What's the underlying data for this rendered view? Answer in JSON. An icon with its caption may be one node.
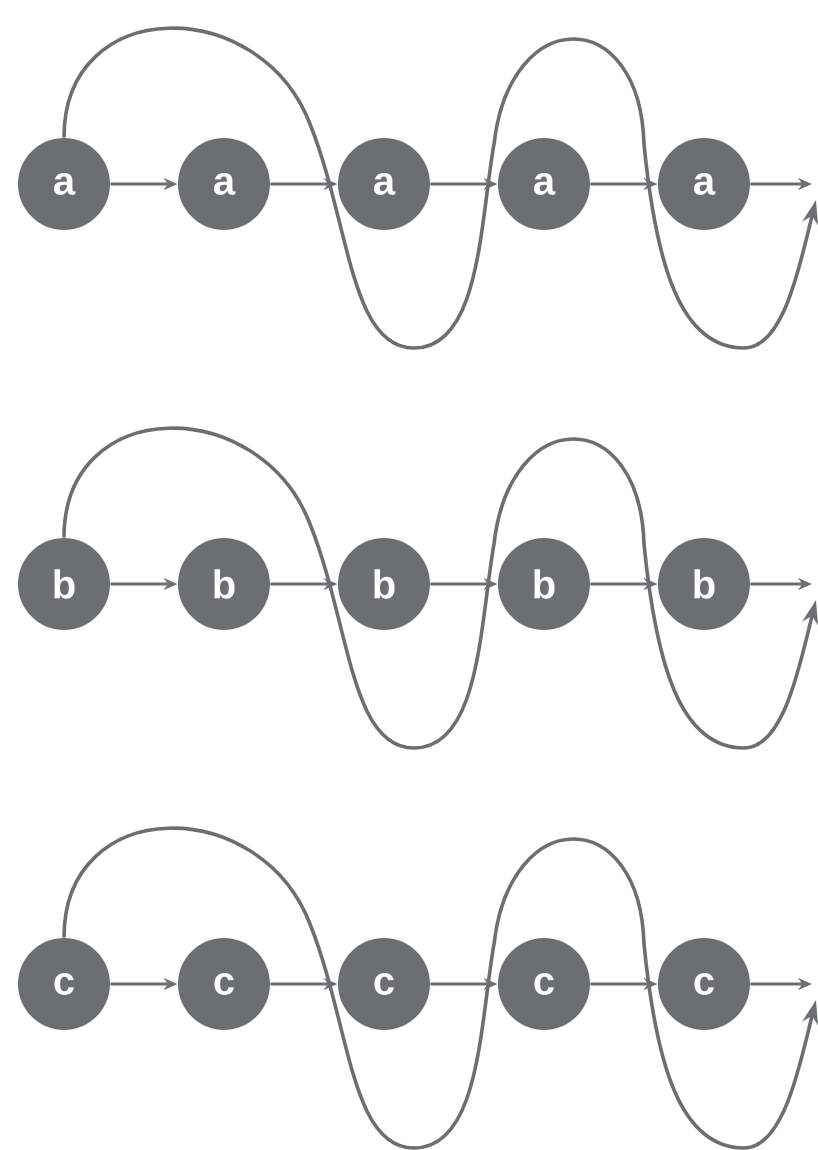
{
  "diagram": {
    "nodes": [
      {
        "text": [
          "a"
        ]
      },
      {
        "text": [
          "a"
        ]
      },
      {
        "text": [
          "a"
        ]
      },
      {
        "text": [
          "a"
        ]
      },
      {
        "text": [
          "a"
        ]
      },
      {
        "text": [
          "b"
        ]
      },
      {
        "text": [
          "b"
        ]
      },
      {
        "text": [
          "b"
        ]
      },
      {
        "text": [
          "b"
        ]
      },
      {
        "text": [
          "b"
        ]
      },
      {
        "text": [
          "c"
        ]
      },
      {
        "text": [
          "c"
        ]
      },
      {
        "text": [
          "c"
        ]
      },
      {
        "text": [
          "c"
        ]
      },
      {
        "text": [
          "c"
        ]
      }
    ],
    "edges": [
      {
        "from": 0,
        "to": 1,
        "arrow": "to"
      },
      {
        "from": 1,
        "to": 2,
        "arrow": "to"
      },
      {
        "from": 2,
        "to": 3,
        "arrow": "to"
      },
      {
        "from": 3,
        "to": 4,
        "arrow": "to"
      },
      {
        "from": 4,
        "to": null,
        "arrow": "to"
      },
      {
        "from": 0,
        "to": null,
        "arrow": "to"
      },
      {
        "from": 5,
        "to": 6,
        "arrow": "to"
      },
      {
        "from": 6,
        "to": 7,
        "arrow": "to"
      },
      {
        "from": 7,
        "to": 8,
        "arrow": "to"
      },
      {
        "from": 8,
        "to": 9,
        "arrow": "to"
      },
      {
        "from": 9,
        "to": null,
        "arrow": "to"
      },
      {
        "from": 5,
        "to": null,
        "arrow": "to"
      },
      {
        "from": 10,
        "to": 11,
        "arrow": "to"
      },
      {
        "from": 11,
        "to": 12,
        "arrow": "to"
      },
      {
        "from": 12,
        "to": 13,
        "arrow": "to"
      },
      {
        "from": 13,
        "to": 14,
        "arrow": "to"
      },
      {
        "from": 14,
        "to": null,
        "arrow": "to"
      },
      {
        "from": 10,
        "to": null,
        "arrow": "to"
      }
    ]
  }
}
